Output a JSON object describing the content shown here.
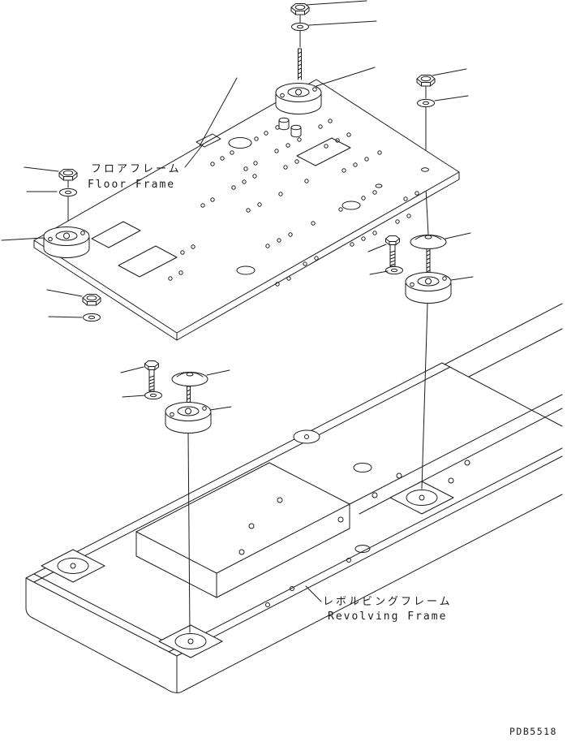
{
  "diagram": {
    "floor_frame": {
      "label_ja": "フロアフレーム",
      "label_en": "Floor Frame"
    },
    "revolving_frame": {
      "label_ja": "レボルビングフレーム",
      "label_en": "Revolving Frame"
    },
    "part_number": "PDB5518",
    "components": [
      "floor-frame-plate",
      "revolving-frame",
      "viscous-mount",
      "hex-nut",
      "flat-washer",
      "hex-bolt",
      "dome-seat-washer",
      "stud-threads",
      "spacer-bushing",
      "mount-pad"
    ],
    "colors": {
      "line": "#1c1c1c",
      "background": "#ffffff"
    }
  }
}
